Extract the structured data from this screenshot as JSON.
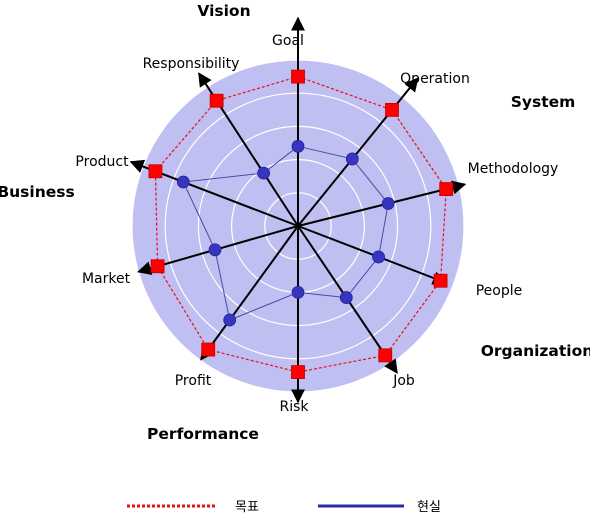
{
  "chart_data": {
    "type": "radar",
    "title": "",
    "axes": [
      "Goal",
      "Operation",
      "Methodology",
      "People",
      "Job",
      "Risk",
      "Profit",
      "Market",
      "Product",
      "Responsibility"
    ],
    "groups": [
      "Vision",
      "System",
      "Business",
      "Organization",
      "Performance"
    ],
    "scale": {
      "min": 0,
      "max": 5,
      "rings": 5
    },
    "series": [
      {
        "name": "목표",
        "style": "dashed",
        "marker": "square",
        "color": "#e8101a",
        "values": [
          4.5,
          4.5,
          4.6,
          4.6,
          4.7,
          4.4,
          4.6,
          4.4,
          4.6,
          4.5
        ]
      },
      {
        "name": "현실",
        "style": "solid",
        "marker": "circle",
        "color": "#3535c0",
        "values": [
          2.4,
          2.6,
          2.8,
          2.6,
          2.6,
          2.0,
          3.5,
          2.6,
          3.7,
          1.9
        ]
      }
    ],
    "colors": {
      "background": "#bfbff2",
      "grid": "#ffffff",
      "axis": "#000000"
    }
  },
  "legend": {
    "target_label": "목표",
    "actual_label": "현실"
  }
}
